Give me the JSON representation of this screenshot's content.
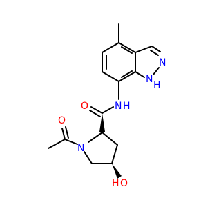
{
  "molecule": {
    "atoms": {
      "o_acetyl": "O",
      "n_pyrrolidine": "N",
      "o_amide": "O",
      "n_amide": "N",
      "h_amide": "H",
      "n_indazole_top": "N",
      "n_indazole_bottom": "N",
      "h_indazole": "H",
      "h_hydroxyl": "H",
      "o_hydroxyl": "O"
    },
    "colors": {
      "nitrogen": "#0000ff",
      "oxygen": "#ff0000",
      "bond": "#000000"
    }
  }
}
